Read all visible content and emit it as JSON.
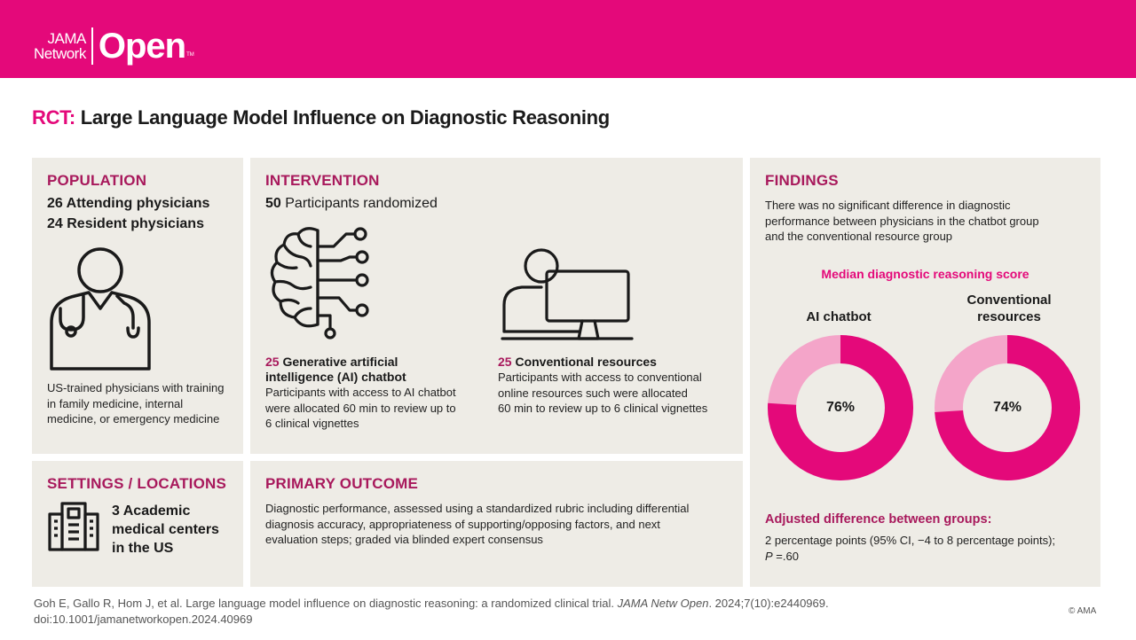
{
  "logo": {
    "line1": "JAMA",
    "line2": "Network",
    "open": "Open",
    "tm": "TM"
  },
  "title": {
    "prefix": "RCT:",
    "text": "Large Language Model Influence on Diagnostic Reasoning"
  },
  "population": {
    "heading": "POPULATION",
    "line1": "26 Attending physicians",
    "line2": "24 Resident physicians",
    "desc1": "US-trained physicians with training",
    "desc2": "in family medicine, internal",
    "desc3": "medicine, or emergency medicine"
  },
  "intervention": {
    "heading": "INTERVENTION",
    "count": "50",
    "count_label": "Participants randomized",
    "ai": {
      "count": "25",
      "title1": "Generative artificial",
      "title2": "intelligence (AI) chatbot",
      "desc1": "Participants with access to AI chatbot",
      "desc2": "were allocated 60 min to review up to",
      "desc3": "6 clinical vignettes"
    },
    "conv": {
      "count": "25",
      "title": "Conventional resources",
      "desc1": "Participants with access to conventional",
      "desc2": "online resources such were allocated",
      "desc3": "60 min to review up to 6 clinical vignettes"
    }
  },
  "findings": {
    "heading": "FINDINGS",
    "desc1": "There was no significant difference in diagnostic",
    "desc2": "performance between physicians in the chatbot group",
    "desc3": "and the conventional resource group",
    "score_heading": "Median diagnostic reasoning score",
    "ai_label": "AI chatbot",
    "conv_label1": "Conventional",
    "conv_label2": "resources",
    "ai_value": 76,
    "conv_value": 74,
    "ai_text": "76%",
    "conv_text": "74%",
    "adjusted_heading": "Adjusted difference between groups:",
    "adjusted1": "2 percentage points (95% CI, −4 to 8 percentage points);",
    "adjusted_p": "P",
    "adjusted_p_val": " =.60"
  },
  "settings": {
    "heading": "SETTINGS / LOCATIONS",
    "line1": "3 Academic",
    "line2": "medical centers",
    "line3": "in the US"
  },
  "outcome": {
    "heading": "PRIMARY OUTCOME",
    "desc1": "Diagnostic performance, assessed using a standardized rubric including differential",
    "desc2": "diagnosis accuracy, appropriateness of supporting/opposing factors, and next",
    "desc3": "evaluation steps; graded via blinded expert consensus"
  },
  "citation": {
    "line1a": "Goh E, Gallo R, Hom J, et al. Large language model influence on diagnostic reasoning: a randomized clinical trial. ",
    "journal": "JAMA Netw Open",
    "line1b": ". 2024;7(10):e2440969.",
    "line2": "doi:10.1001/jamanetworkopen.2024.40969",
    "copyright": "© AMA"
  },
  "colors": {
    "brand": "#e4097a",
    "heading": "#a8195c",
    "donut_light": "#f4a5c9",
    "panel": "#eeece6"
  }
}
